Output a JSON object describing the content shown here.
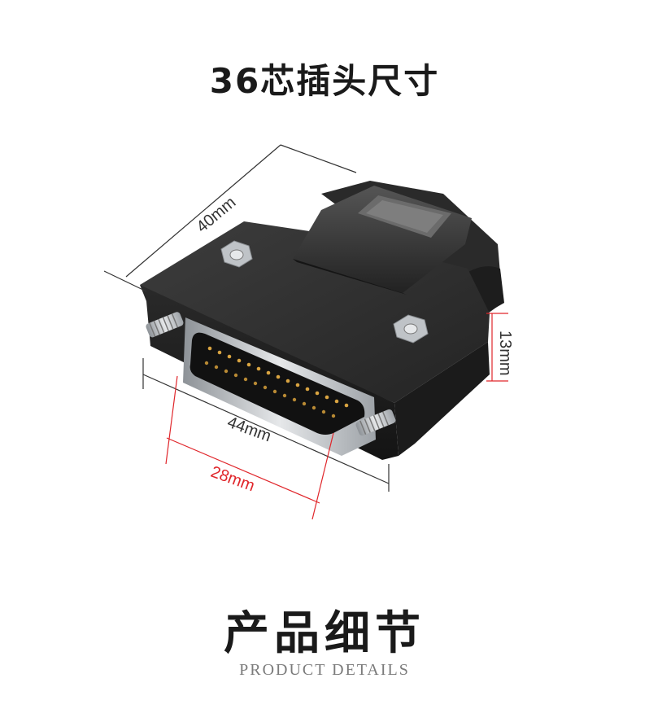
{
  "header": {
    "title": "36芯插头尺寸"
  },
  "dimensions": {
    "length_top": "40mm",
    "height_side": "13mm",
    "width_front": "44mm",
    "width_inner": "28mm"
  },
  "colors": {
    "dimension_black": "#333333",
    "dimension_red": "#e0262b",
    "body_dark": "#2b2b2b",
    "metal": "#c9cdd1"
  },
  "section": {
    "title": "产品细节",
    "subtitle": "PRODUCT DETAILS"
  }
}
